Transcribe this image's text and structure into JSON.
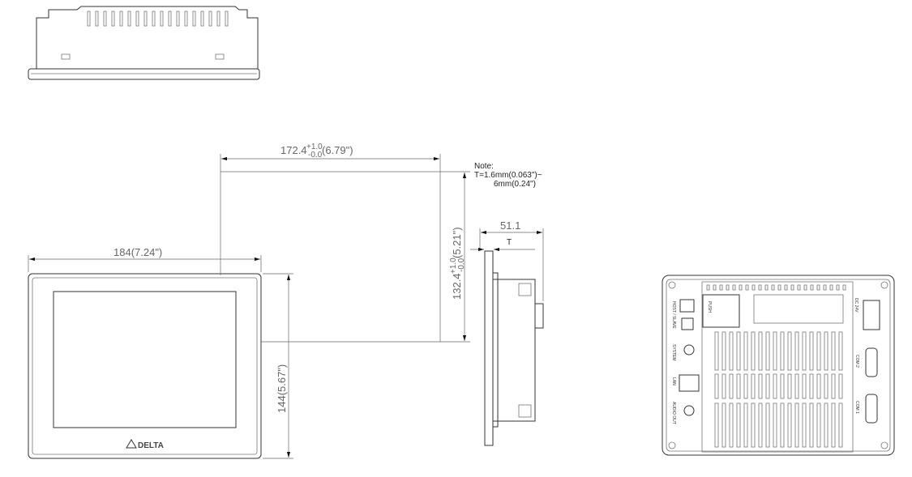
{
  "dimensions": {
    "width": "184(7.24\")",
    "height": "144(5.67\")",
    "cutout_width": "172.4",
    "cutout_width_tol_plus": "+1.0",
    "cutout_width_tol_minus": "-0.0",
    "cutout_width_in": "(6.79\")",
    "cutout_height": "132.4",
    "cutout_height_tol_plus": "+1.0",
    "cutout_height_tol_minus": "-0.0",
    "cutout_height_in": "(5.21\")",
    "depth": "51.1",
    "thickness": "T"
  },
  "note": {
    "title": "Note:",
    "line1": "T=1.6mm(0.063\")~",
    "line2": "6mm(0.24\")"
  },
  "front": {
    "logo": "DELTA"
  },
  "rear": {
    "push": "PUSH",
    "power": "DC 24V",
    "com2": "COM 2",
    "com1": "COM 1",
    "system": "SYSTEM",
    "lan": "LAN",
    "audio": "AUDIO OUT",
    "usb": "HOST / SLAVE"
  }
}
